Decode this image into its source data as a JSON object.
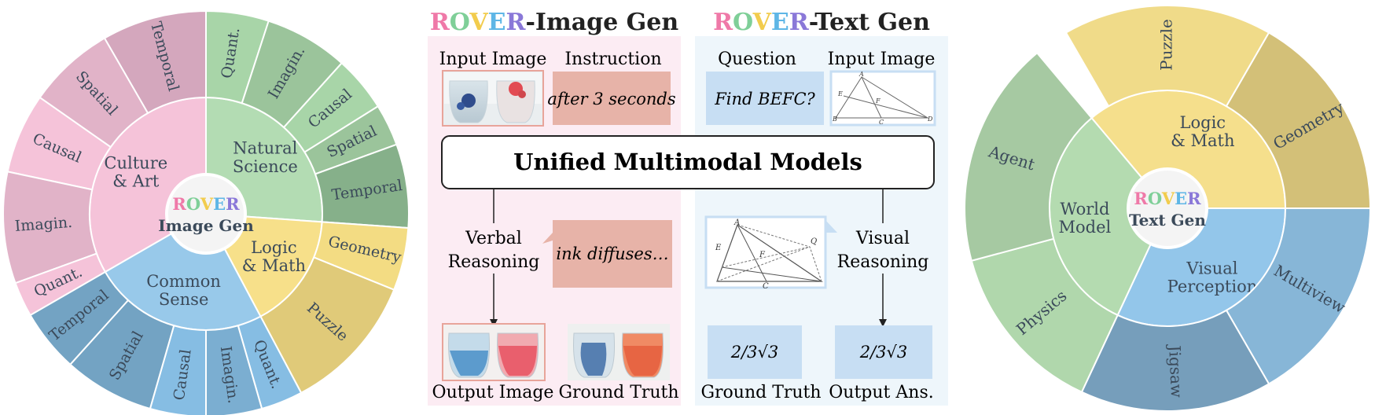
{
  "rover": {
    "letters": [
      {
        "ch": "R",
        "color": "#ef79a8"
      },
      {
        "ch": "O",
        "color": "#7fcf98"
      },
      {
        "ch": "V",
        "color": "#f2cc4d"
      },
      {
        "ch": "E",
        "color": "#5eb6e6"
      },
      {
        "ch": "R",
        "color": "#8a78d8"
      }
    ]
  },
  "left_sunburst": {
    "center_line": "Image Gen",
    "groups": [
      {
        "name_lines": [
          "Culture",
          "& Art"
        ],
        "color": "#f5c3d9",
        "outer_color": "#f5c3d9",
        "children": [
          "Temporal",
          "Spatial",
          "Causal",
          "Imagin.",
          "Quant."
        ]
      },
      {
        "name_lines": [
          "Natural",
          "Science"
        ],
        "color": "#b3dcb3",
        "outer_color": "#a8d5a8",
        "children": [
          "Quant.",
          "Imagin.",
          "Causal",
          "Spatial",
          "Temporal"
        ]
      },
      {
        "name_lines": [
          "Logic",
          "& Math"
        ],
        "color": "#f7e08a",
        "outer_color": "#f3dc83",
        "children": [
          "Geometry",
          "Puzzle"
        ]
      },
      {
        "name_lines": [
          "Common",
          "Sense"
        ],
        "color": "#98c9ea",
        "outer_color": "#86bde3",
        "children": [
          "Quant.",
          "Imagin.",
          "Causal",
          "Spatial",
          "Temporal"
        ]
      }
    ]
  },
  "right_sunburst": {
    "center_line": "Text Gen",
    "groups": [
      {
        "name_lines": [
          "Logic",
          "& Math"
        ],
        "color": "#f5df8c",
        "children": [
          "Puzzle",
          "Geometry"
        ]
      },
      {
        "name_lines": [
          "Visual",
          "Perception"
        ],
        "color": "#93c6ea",
        "children": [
          "Multiview",
          "Jigsaw"
        ]
      },
      {
        "name_lines": [
          "World",
          "Model"
        ],
        "color": "#b4dbb0",
        "children": [
          "Physics",
          "Agent"
        ]
      }
    ]
  },
  "image_gen_panel": {
    "title_suffix": "-Image Gen",
    "input_image_label": "Input Image",
    "instruction_label": "Instruction",
    "instruction_text": "after 3 seconds",
    "reasoning_label_lines": [
      "Verbal",
      "Reasoning"
    ],
    "reasoning_text": "ink diffuses…",
    "output_label": "Output Image",
    "ground_truth_label": "Ground Truth"
  },
  "text_gen_panel": {
    "title_suffix": "-Text Gen",
    "question_label": "Question",
    "question_text": "Find BEFC?",
    "input_image_label": "Input Image",
    "reasoning_label_lines": [
      "Visual",
      "Reasoning"
    ],
    "ground_truth_label": "Ground Truth",
    "output_label": "Output Ans.",
    "answer_text": "2/3√3",
    "geometry_point_labels": [
      "A",
      "E",
      "F",
      "Q",
      "B",
      "C",
      "D"
    ]
  },
  "model_box": {
    "label": "Unified Multimodal Models"
  }
}
